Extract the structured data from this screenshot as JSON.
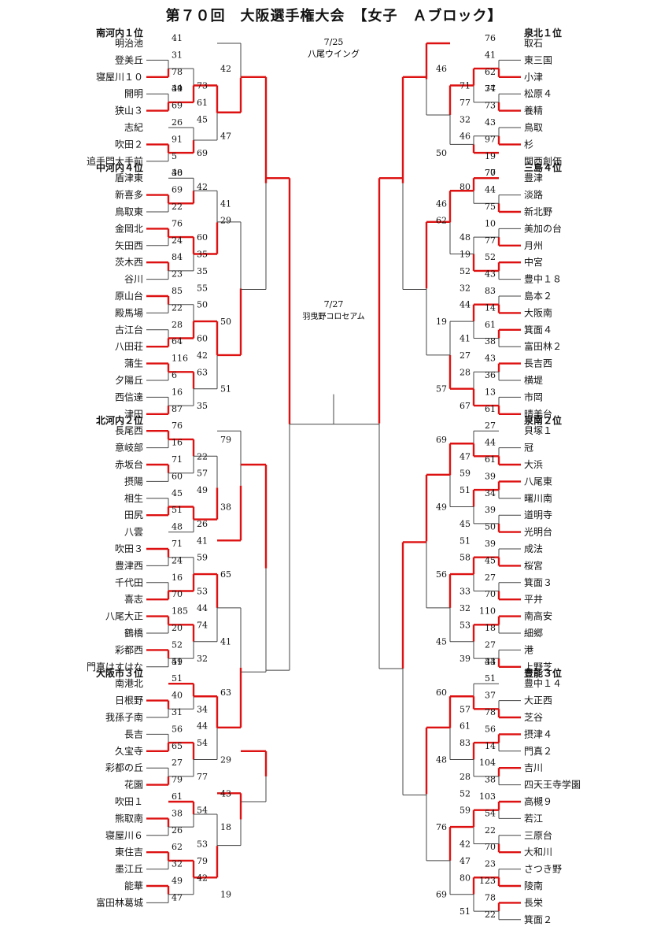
{
  "title": "第７０回　大阪選手権大会　【女子　Ａブロック】",
  "colors": {
    "winner": "#dd1111",
    "line": "#444444",
    "text": "#111111"
  },
  "venues": {
    "v1_date": "7/25",
    "v1_name": "八尾ウイング",
    "v2_date": "7/27",
    "v2_name": "羽曳野コロセアム"
  },
  "left_groups": [
    {
      "seed": "南河内１位",
      "teams": [
        {
          "name": "明治池",
          "row": 0
        },
        {
          "name": "登美丘",
          "row": 1
        },
        {
          "name": "寝屋川１０",
          "row": 2
        },
        {
          "name": "開明",
          "row": 3
        },
        {
          "name": "狭山３",
          "row": 4
        },
        {
          "name": "志紀",
          "row": 5
        },
        {
          "name": "吹田２",
          "row": 6
        },
        {
          "name": "追手門大手前",
          "row": 7
        }
      ]
    },
    {
      "seed": "中河内４位",
      "teams": [
        {
          "name": "盾津東",
          "row": 8
        },
        {
          "name": "新喜多",
          "row": 9
        },
        {
          "name": "鳥取東",
          "row": 10
        },
        {
          "name": "金岡北",
          "row": 11
        },
        {
          "name": "矢田西",
          "row": 12
        },
        {
          "name": "茨木西",
          "row": 13
        },
        {
          "name": "谷川",
          "row": 14
        },
        {
          "name": "原山台",
          "row": 15
        },
        {
          "name": "殿馬場",
          "row": 16
        },
        {
          "name": "古江台",
          "row": 17
        },
        {
          "name": "八田荘",
          "row": 18
        },
        {
          "name": "蒲生",
          "row": 19
        },
        {
          "name": "夕陽丘",
          "row": 20
        },
        {
          "name": "西信達",
          "row": 21
        },
        {
          "name": "津田",
          "row": 22
        }
      ]
    },
    {
      "seed": "北河内２位",
      "teams": [
        {
          "name": "長尾西",
          "row": 23
        },
        {
          "name": "意岐部",
          "row": 24
        },
        {
          "name": "赤坂台",
          "row": 25
        },
        {
          "name": "摂陽",
          "row": 26
        },
        {
          "name": "相生",
          "row": 27
        },
        {
          "name": "田尻",
          "row": 28
        },
        {
          "name": "八雲",
          "row": 29
        },
        {
          "name": "吹田３",
          "row": 30
        },
        {
          "name": "豊津西",
          "row": 31
        },
        {
          "name": "千代田",
          "row": 32
        },
        {
          "name": "喜志",
          "row": 33
        },
        {
          "name": "八尾大正",
          "row": 34
        },
        {
          "name": "鶴橋",
          "row": 35
        },
        {
          "name": "彩都西",
          "row": 36
        },
        {
          "name": "門真はすはな",
          "row": 37
        }
      ]
    },
    {
      "seed": "大阪市３位",
      "teams": [
        {
          "name": "南港北",
          "row": 38
        },
        {
          "name": "日根野",
          "row": 39
        },
        {
          "name": "我孫子南",
          "row": 40
        },
        {
          "name": "長吉",
          "row": 41
        },
        {
          "name": "久宝寺",
          "row": 42
        },
        {
          "name": "彩都の丘",
          "row": 43
        },
        {
          "name": "花園",
          "row": 44
        },
        {
          "name": "吹田１",
          "row": 45
        },
        {
          "name": "熊取南",
          "row": 46
        },
        {
          "name": "寝屋川６",
          "row": 47
        },
        {
          "name": "東住吉",
          "row": 48
        },
        {
          "name": "墨江丘",
          "row": 49
        },
        {
          "name": "能華",
          "row": 50
        },
        {
          "name": "富田林葛城",
          "row": 51
        }
      ]
    }
  ],
  "right_groups": [
    {
      "seed": "泉北１位",
      "teams": [
        {
          "name": "取石",
          "row": 0
        },
        {
          "name": "東三国",
          "row": 1
        },
        {
          "name": "小津",
          "row": 2
        },
        {
          "name": "松原４",
          "row": 3
        },
        {
          "name": "養精",
          "row": 4
        },
        {
          "name": "鳥取",
          "row": 5
        },
        {
          "name": "杉",
          "row": 6
        },
        {
          "name": "関西創価",
          "row": 7
        }
      ]
    },
    {
      "seed": "三島４位",
      "teams": [
        {
          "name": "豊津",
          "row": 8
        },
        {
          "name": "淡路",
          "row": 9
        },
        {
          "name": "新北野",
          "row": 10
        },
        {
          "name": "美加の台",
          "row": 11
        },
        {
          "name": "月州",
          "row": 12
        },
        {
          "name": "中宮",
          "row": 13
        },
        {
          "name": "豊中１８",
          "row": 14
        },
        {
          "name": "島本２",
          "row": 15
        },
        {
          "name": "大阪南",
          "row": 16
        },
        {
          "name": "箕面４",
          "row": 17
        },
        {
          "name": "富田林２",
          "row": 18
        },
        {
          "name": "長吉西",
          "row": 19
        },
        {
          "name": "横堤",
          "row": 20
        },
        {
          "name": "市岡",
          "row": 21
        },
        {
          "name": "晴美台",
          "row": 22
        }
      ]
    },
    {
      "seed": "泉南２位",
      "teams": [
        {
          "name": "貝塚１",
          "row": 23
        },
        {
          "name": "冠",
          "row": 24
        },
        {
          "name": "大浜",
          "row": 25
        },
        {
          "name": "八尾東",
          "row": 26
        },
        {
          "name": "曙川南",
          "row": 27
        },
        {
          "name": "道明寺",
          "row": 28
        },
        {
          "name": "光明台",
          "row": 29
        },
        {
          "name": "成法",
          "row": 30
        },
        {
          "name": "桜宮",
          "row": 31
        },
        {
          "name": "箕面３",
          "row": 32
        },
        {
          "name": "平井",
          "row": 33
        },
        {
          "name": "南高安",
          "row": 34
        },
        {
          "name": "細郷",
          "row": 35
        },
        {
          "name": "港",
          "row": 36
        },
        {
          "name": "上野芝",
          "row": 37
        }
      ]
    },
    {
      "seed": "豊能３位",
      "teams": [
        {
          "name": "豊中１４",
          "row": 38
        },
        {
          "name": "大正西",
          "row": 39
        },
        {
          "name": "芝谷",
          "row": 40
        },
        {
          "name": "摂津４",
          "row": 41
        },
        {
          "name": "門真２",
          "row": 42
        },
        {
          "name": "吉川",
          "row": 43
        },
        {
          "name": "四天王寺学園",
          "row": 44
        },
        {
          "name": "高槻９",
          "row": 45
        },
        {
          "name": "若江",
          "row": 46
        },
        {
          "name": "三原台",
          "row": 47
        },
        {
          "name": "大和川",
          "row": 48
        },
        {
          "name": "さつき野",
          "row": 49
        },
        {
          "name": "陵南",
          "row": 50
        },
        {
          "name": "長栄",
          "row": 51
        },
        {
          "name": "箕面２",
          "row": 52
        }
      ]
    }
  ],
  "left_matches": [
    {
      "lv": 1,
      "a": 1,
      "b": 2,
      "sa": "31",
      "sb": "78",
      "w": "b"
    },
    {
      "lv": 1,
      "a": 3,
      "b": 4,
      "sa": "34",
      "sb": "69",
      "w": "b"
    },
    {
      "lv": 1,
      "a": 5,
      "b": 6,
      "sa": "26",
      "sb": "91",
      "w": "b"
    },
    {
      "lv": 1,
      "a": 6.5,
      "b": 7,
      "sa": "69",
      "sb": "5",
      "w": "a",
      "skip": true
    },
    {
      "lv": 2,
      "a": 1.5,
      "b": 3.5,
      "sa": "42",
      "sb": "61",
      "w": "b"
    },
    {
      "lv": 2,
      "a": 5,
      "b": 6.5,
      "sa": "26",
      "sb": "69",
      "w": "b",
      "skip": true
    },
    {
      "lv": 1,
      "a": 9,
      "b": 10,
      "sa": "69",
      "sb": "22",
      "w": "a"
    },
    {
      "lv": 1,
      "a": 11,
      "b": 12,
      "sa": "76",
      "sb": "24",
      "w": "a"
    },
    {
      "lv": 1,
      "a": 13,
      "b": 14,
      "sa": "84",
      "sb": "23",
      "w": "a"
    },
    {
      "lv": 1,
      "a": 15,
      "b": 16,
      "sa": "85",
      "sb": "22",
      "w": "a"
    },
    {
      "lv": 1,
      "a": 17,
      "b": 18,
      "sa": "28",
      "sb": "64",
      "w": "b"
    },
    {
      "lv": 1,
      "a": 19,
      "b": 20,
      "sa": "116",
      "sb": "6",
      "w": "a"
    },
    {
      "lv": 1,
      "a": 21,
      "b": 22,
      "sa": "16",
      "sb": "87",
      "w": "b"
    },
    {
      "lv": 1,
      "a": 23,
      "b": 24,
      "sa": "",
      "sb": "16",
      "w": "a",
      "skip": true
    },
    {
      "lv": 1,
      "a": 25,
      "b": 26,
      "sa": "71",
      "sb": "60",
      "w": "a",
      "skip": true
    },
    {
      "lv": 1,
      "a": 26,
      "b": 27,
      "sa": "60",
      "sb": "45",
      "w": "a"
    },
    {
      "lv": 1,
      "a": 28,
      "b": 29,
      "sa": "51",
      "sb": "48",
      "w": "a"
    },
    {
      "lv": 1,
      "a": 30,
      "b": 31,
      "sa": "71",
      "sb": "24",
      "w": "a",
      "skip": true
    },
    {
      "lv": 1,
      "a": 32,
      "b": 33,
      "sa": "16",
      "sb": "70",
      "w": "b"
    },
    {
      "lv": 1,
      "a": 34,
      "b": 35,
      "sa": "185",
      "sb": "20",
      "w": "a",
      "skip": true
    },
    {
      "lv": 1,
      "a": 36,
      "b": 37,
      "sa": "52",
      "sb": "51",
      "w": "a"
    },
    {
      "lv": 1,
      "a": 39,
      "b": 40,
      "sa": "40",
      "sb": "31",
      "w": "a"
    },
    {
      "lv": 1,
      "a": 41,
      "b": 42,
      "sa": "56",
      "sb": "65",
      "w": "b"
    },
    {
      "lv": 1,
      "a": 43,
      "b": 44,
      "sa": "27",
      "sb": "79",
      "w": "b"
    },
    {
      "lv": 1,
      "a": 46,
      "b": 47,
      "sa": "38",
      "sb": "26",
      "w": "a"
    },
    {
      "lv": 1,
      "a": 48,
      "b": 49,
      "sa": "62",
      "sb": "32",
      "w": "a"
    },
    {
      "lv": 1,
      "a": 50,
      "b": 51,
      "sa": "49",
      "sb": "47",
      "w": "a"
    }
  ],
  "score_labels": {
    "left": [
      [
        "41",
        0
      ],
      [
        "31",
        1
      ],
      [
        "78",
        2
      ],
      [
        "34",
        3
      ],
      [
        "69",
        4
      ],
      [
        "26",
        5
      ],
      [
        "91",
        6
      ],
      [
        "5",
        7
      ],
      [
        "42",
        1.5
      ],
      [
        "61",
        3.5
      ],
      [
        "73",
        2.5
      ],
      [
        "47",
        5.5
      ],
      [
        "69",
        6.5
      ],
      [
        "45",
        4.5
      ],
      [
        "49",
        3
      ],
      [
        "30",
        8
      ],
      [
        "69",
        9
      ],
      [
        "22",
        10
      ],
      [
        "76",
        11
      ],
      [
        "24",
        12
      ],
      [
        "84",
        13
      ],
      [
        "23",
        14
      ],
      [
        "42",
        8.5
      ],
      [
        "41",
        9.5
      ],
      [
        "60",
        11.5
      ],
      [
        "35",
        13.5
      ],
      [
        "29",
        10.5
      ],
      [
        "35",
        12.5
      ],
      [
        "85",
        15
      ],
      [
        "22",
        16
      ],
      [
        "28",
        17
      ],
      [
        "64",
        18
      ],
      [
        "116",
        19
      ],
      [
        "6",
        20
      ],
      [
        "16",
        21
      ],
      [
        "87",
        22
      ],
      [
        "50",
        15.5
      ],
      [
        "60",
        17.5
      ],
      [
        "50",
        16.5
      ],
      [
        "63",
        19.5
      ],
      [
        "35",
        21.5
      ],
      [
        "51",
        20.5
      ],
      [
        "42",
        18.5
      ],
      [
        "55",
        14.5
      ],
      [
        "48",
        8
      ],
      [
        "76",
        23
      ],
      [
        "16",
        24
      ],
      [
        "71",
        25
      ],
      [
        "60",
        26
      ],
      [
        "45",
        27
      ],
      [
        "51",
        28
      ],
      [
        "48",
        29
      ],
      [
        "22",
        24.5
      ],
      [
        "79",
        23.5
      ],
      [
        "49",
        26.5
      ],
      [
        "26",
        28.5
      ],
      [
        "38",
        27.5
      ],
      [
        "57",
        25.5
      ],
      [
        "71",
        30
      ],
      [
        "24",
        31
      ],
      [
        "16",
        32
      ],
      [
        "70",
        33
      ],
      [
        "185",
        34
      ],
      [
        "20",
        35
      ],
      [
        "52",
        36
      ],
      [
        "51",
        37
      ],
      [
        "59",
        30.5
      ],
      [
        "53",
        32.5
      ],
      [
        "65",
        31.5
      ],
      [
        "74",
        34.5
      ],
      [
        "32",
        36.5
      ],
      [
        "41",
        35.5
      ],
      [
        "44",
        33.5
      ],
      [
        "41",
        29.5
      ],
      [
        "49",
        37
      ],
      [
        "51",
        38
      ],
      [
        "40",
        39
      ],
      [
        "31",
        40
      ],
      [
        "56",
        41
      ],
      [
        "65",
        42
      ],
      [
        "27",
        43
      ],
      [
        "79",
        44
      ],
      [
        "34",
        39.5
      ],
      [
        "63",
        38.5
      ],
      [
        "54",
        41.5
      ],
      [
        "77",
        43.5
      ],
      [
        "29",
        42.5
      ],
      [
        "44",
        40.5
      ],
      [
        "61",
        45
      ],
      [
        "38",
        46
      ],
      [
        "26",
        47
      ],
      [
        "62",
        48
      ],
      [
        "32",
        49
      ],
      [
        "49",
        50
      ],
      [
        "47",
        51
      ],
      [
        "18",
        46.5
      ],
      [
        "54",
        45.5
      ],
      [
        "79",
        48.5
      ],
      [
        "19",
        50.5
      ],
      [
        "42",
        49.5
      ],
      [
        "53",
        47.5
      ],
      [
        "43",
        44.5
      ]
    ],
    "right": [
      [
        "76",
        0
      ],
      [
        "41",
        1
      ],
      [
        "62",
        2
      ],
      [
        "37",
        3
      ],
      [
        "73",
        4
      ],
      [
        "43",
        5
      ],
      [
        "97",
        6
      ],
      [
        "19",
        7
      ],
      [
        "46",
        1.5
      ],
      [
        "77",
        3.5
      ],
      [
        "46",
        5.5
      ],
      [
        "50",
        6.5
      ],
      [
        "71",
        2.5
      ],
      [
        "32",
        4.5
      ],
      [
        "74",
        3
      ],
      [
        "77",
        8
      ],
      [
        "44",
        9
      ],
      [
        "75",
        10
      ],
      [
        "10",
        11
      ],
      [
        "77",
        12
      ],
      [
        "52",
        13
      ],
      [
        "43",
        14
      ],
      [
        "80",
        8.5
      ],
      [
        "46",
        9.5
      ],
      [
        "48",
        11.5
      ],
      [
        "52",
        13.5
      ],
      [
        "62",
        10.5
      ],
      [
        "19",
        12.5
      ],
      [
        "83",
        15
      ],
      [
        "14",
        16
      ],
      [
        "61",
        17
      ],
      [
        "38",
        18
      ],
      [
        "43",
        19
      ],
      [
        "36",
        20
      ],
      [
        "13",
        21
      ],
      [
        "61",
        22
      ],
      [
        "44",
        15.5
      ],
      [
        "41",
        17.5
      ],
      [
        "19",
        16.5
      ],
      [
        "28",
        19.5
      ],
      [
        "67",
        21.5
      ],
      [
        "57",
        20.5
      ],
      [
        "27",
        18.5
      ],
      [
        "32",
        14.5
      ],
      [
        "70",
        8
      ],
      [
        "27",
        23
      ],
      [
        "44",
        24
      ],
      [
        "61",
        25
      ],
      [
        "39",
        26
      ],
      [
        "34",
        27
      ],
      [
        "39",
        28
      ],
      [
        "50",
        29
      ],
      [
        "47",
        24.5
      ],
      [
        "69",
        23.5
      ],
      [
        "51",
        26.5
      ],
      [
        "45",
        28.5
      ],
      [
        "49",
        27.5
      ],
      [
        "59",
        25.5
      ],
      [
        "39",
        30
      ],
      [
        "45",
        31
      ],
      [
        "27",
        32
      ],
      [
        "70",
        33
      ],
      [
        "110",
        34
      ],
      [
        "18",
        35
      ],
      [
        "27",
        36
      ],
      [
        "34",
        37
      ],
      [
        "58",
        30.5
      ],
      [
        "33",
        32.5
      ],
      [
        "56",
        31.5
      ],
      [
        "53",
        34.5
      ],
      [
        "39",
        36.5
      ],
      [
        "45",
        35.5
      ],
      [
        "32",
        33.5
      ],
      [
        "51",
        29.5
      ],
      [
        "43",
        37
      ],
      [
        "51",
        38
      ],
      [
        "37",
        39
      ],
      [
        "78",
        40
      ],
      [
        "56",
        41
      ],
      [
        "14",
        42
      ],
      [
        "104",
        43
      ],
      [
        "38",
        44
      ],
      [
        "57",
        39.5
      ],
      [
        "60",
        38.5
      ],
      [
        "83",
        41.5
      ],
      [
        "28",
        43.5
      ],
      [
        "48",
        42.5
      ],
      [
        "61",
        40.5
      ],
      [
        "103",
        45
      ],
      [
        "54",
        46
      ],
      [
        "22",
        47
      ],
      [
        "70",
        48
      ],
      [
        "23",
        49
      ],
      [
        "123",
        50
      ],
      [
        "78",
        51
      ],
      [
        "22",
        52
      ],
      [
        "59",
        45.5
      ],
      [
        "42",
        47.5
      ],
      [
        "76",
        46.5
      ],
      [
        "80",
        49.5
      ],
      [
        "51",
        51.5
      ],
      [
        "69",
        50.5
      ],
      [
        "47",
        48.5
      ],
      [
        "52",
        44.5
      ]
    ]
  }
}
